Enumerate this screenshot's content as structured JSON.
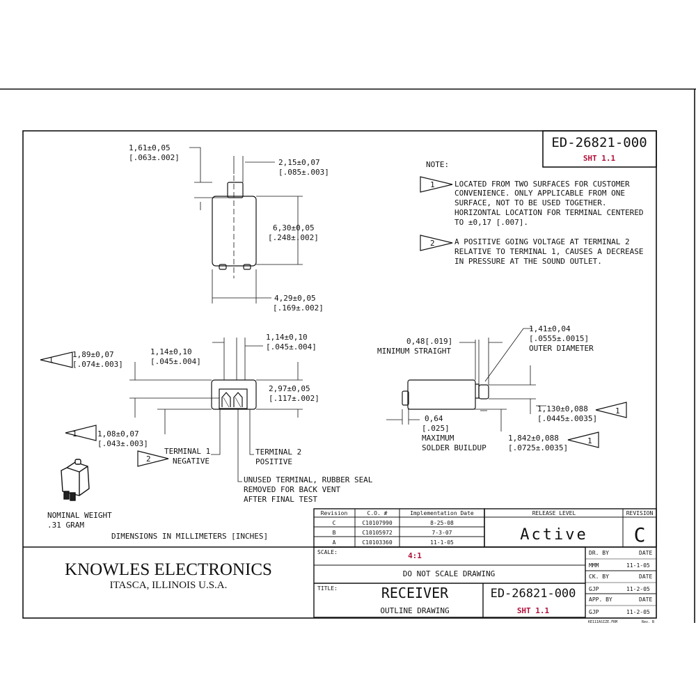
{
  "header": {
    "doc_number": "ED-26821-000",
    "sheet": "SHT 1.1"
  },
  "notes": {
    "title": "NOTE:",
    "note1_marker": "1",
    "note1_lines": [
      "LOCATED FROM TWO SURFACES FOR CUSTOMER",
      "CONVENIENCE.  ONLY APPLICABLE FROM ONE",
      "SURFACE, NOT TO BE USED TOGETHER.",
      "HORIZONTAL LOCATION FOR TERMINAL CENTERED",
      "TO ±0,17 [.007]."
    ],
    "note2_marker": "2",
    "note2_lines": [
      "A POSITIVE GOING VOLTAGE AT TERMINAL 2",
      "RELATIVE TO TERMINAL 1, CAUSES A DECREASE",
      "IN PRESSURE AT THE SOUND OUTLET."
    ]
  },
  "top_view": {
    "dim_161": [
      "1,61±0,05",
      "[.063±.002]"
    ],
    "dim_215": [
      "2,15±0,07",
      "[.085±.003]"
    ],
    "dim_630": [
      "6,30±0,05",
      "[.248±.002]"
    ],
    "dim_429": [
      "4,29±0,05",
      "[.169±.002]"
    ]
  },
  "front_view": {
    "dim_114_top": [
      "1,14±0,10",
      "[.045±.004]"
    ],
    "dim_114_left": [
      "1,14±0,10",
      "[.045±.004]"
    ],
    "dim_189": [
      "1,89±0,07",
      "[.074±.003]"
    ],
    "dim_297": [
      "2,97±0,05",
      "[.117±.002]"
    ],
    "dim_108": [
      "1,08±0,07",
      "[.043±.003]"
    ],
    "marker1": "1",
    "marker2": "2",
    "terminal1": [
      "TERMINAL 1",
      "NEGATIVE"
    ],
    "terminal2": [
      "TERMINAL 2",
      "POSITIVE"
    ],
    "unused": [
      "UNUSED TERMINAL, RUBBER SEAL",
      "REMOVED FOR BACK VENT",
      "AFTER FINAL TEST"
    ]
  },
  "side_view": {
    "dim_048": [
      "0,48[.019]",
      "MINIMUM STRAIGHT"
    ],
    "dim_141": [
      "1,41±0,04",
      "[.0555±.0015]",
      "OUTER DIAMETER"
    ],
    "dim_1130": [
      "1,130±0,088",
      "[.0445±.0035]"
    ],
    "dim_064": [
      "0,64",
      "[.025]",
      "MAXIMUM",
      "SOLDER BUILDUP"
    ],
    "dim_1842": [
      "1,842±0,088",
      "[.0725±.0035]"
    ],
    "marker1": "1"
  },
  "weight": [
    "NOMINAL WEIGHT",
    ".31 GRAM"
  ],
  "units_note": "DIMENSIONS IN MILLIMETERS [INCHES]",
  "revision_table": {
    "headers": [
      "Revision",
      "C.O. #",
      "Implementation Date"
    ],
    "rows": [
      [
        "C",
        "C10107990",
        "8-25-08"
      ],
      [
        "B",
        "C10105972",
        "7-3-07"
      ],
      [
        "A",
        "C10103360",
        "11-1-05"
      ]
    ]
  },
  "release": {
    "label": "RELEASE LEVEL",
    "value": "Active",
    "revision_label": "REVISION",
    "revision_value": "C"
  },
  "company": {
    "name": "KNOWLES ELECTRONICS",
    "location": "ITASCA, ILLINOIS U.S.A."
  },
  "title_block": {
    "scale_label": "SCALE:",
    "scale_value": "4:1",
    "do_not_scale": "DO NOT SCALE DRAWING",
    "title_label": "TITLE:",
    "title_value": "RECEIVER",
    "subtitle": "OUTLINE DRAWING",
    "doc_number": "ED-26821-000",
    "sheet": "SHT 1.1",
    "dr_by_label": "DR. BY",
    "dr_by": "MMM",
    "dr_date": "11-1-05",
    "ck_by_label": "CK. BY",
    "ck_by": "GJP",
    "ck_date": "11-2-05",
    "app_by_label": "APP. BY",
    "app_by": "GJP",
    "app_date": "11-2-05",
    "date_label": "DATE",
    "form_code": "KE11IASIZE.FRM",
    "form_rev": "Rev. B"
  },
  "colors": {
    "line": "#111111",
    "accent_red": "#b0103a"
  }
}
